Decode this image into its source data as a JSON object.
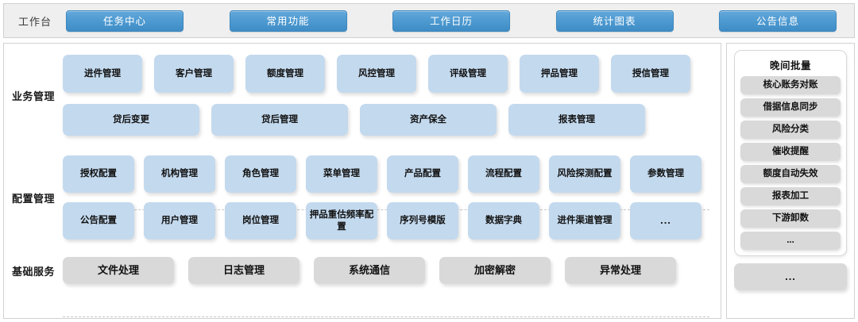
{
  "topbar": {
    "title": "工作台",
    "buttons": [
      {
        "label": "任务中心",
        "name": "tab-task-center"
      },
      {
        "label": "常用功能",
        "name": "tab-common-functions"
      },
      {
        "label": "工作日历",
        "name": "tab-work-calendar"
      },
      {
        "label": "统计图表",
        "name": "tab-statistics-charts"
      },
      {
        "label": "公告信息",
        "name": "tab-announcements"
      }
    ]
  },
  "sections": {
    "business": {
      "label": "业务管理",
      "row1": [
        "进件管理",
        "客户管理",
        "额度管理",
        "风控管理",
        "评级管理",
        "押品管理",
        "授信管理"
      ],
      "row2": [
        "贷后变更",
        "贷后管理",
        "资产保全",
        "报表管理"
      ]
    },
    "config": {
      "label": "配置管理",
      "row1": [
        "授权配置",
        "机构管理",
        "角色管理",
        "菜单管理",
        "产品配置",
        "流程配置",
        "风险探测配置",
        "参数管理"
      ],
      "row2": [
        "公告配置",
        "用户管理",
        "岗位管理",
        "押品重估频率配置",
        "序列号模版",
        "数据字典",
        "进件渠道管理",
        "..."
      ]
    },
    "base": {
      "label": "基础服务",
      "items": [
        "文件处理",
        "日志管理",
        "系统通信",
        "加密解密",
        "异常处理"
      ]
    }
  },
  "right_panel": {
    "batch": {
      "title": "晚间批量",
      "items": [
        "核心账务对账",
        "借据信息同步",
        "风险分类",
        "催收提醒",
        "额度自动失效",
        "报表加工",
        "下游卸数",
        "..."
      ]
    },
    "more_label": "..."
  },
  "colors": {
    "header_button": "#4f9bd2",
    "tile_blue": "#c3d9ee",
    "tile_gray": "#d9d9d9",
    "panel_bg": "#ffffff",
    "topbar_bg": "#efefef",
    "divider": "#c5c9cd"
  }
}
